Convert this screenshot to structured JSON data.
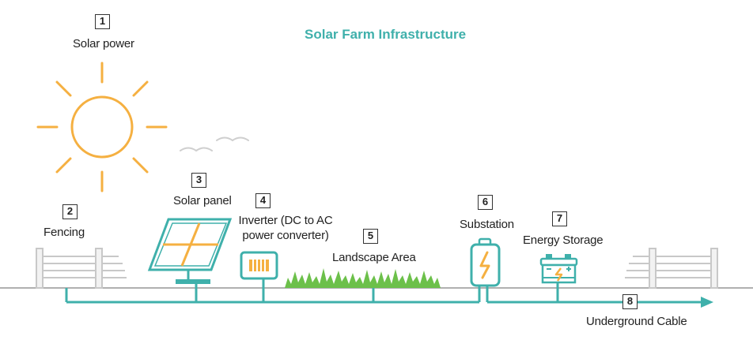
{
  "title": "Solar Farm Infrastructure",
  "items": [
    {
      "number": "1",
      "label": "Solar power"
    },
    {
      "number": "2",
      "label": "Fencing"
    },
    {
      "number": "3",
      "label": "Solar panel"
    },
    {
      "number": "4",
      "label": "Inverter (DC to AC\npower converter)"
    },
    {
      "number": "5",
      "label": "Landscape Area"
    },
    {
      "number": "6",
      "label": "Substation"
    },
    {
      "number": "7",
      "label": "Energy Storage"
    },
    {
      "number": "8",
      "label": "Underground Cable"
    }
  ],
  "colors": {
    "title": "#3fb0ab",
    "cable": "#3fb0ab",
    "sun": "#f5b041",
    "grass": "#6cc04a",
    "fence": "#c8c8c8",
    "ground": "#b0b0b0"
  }
}
